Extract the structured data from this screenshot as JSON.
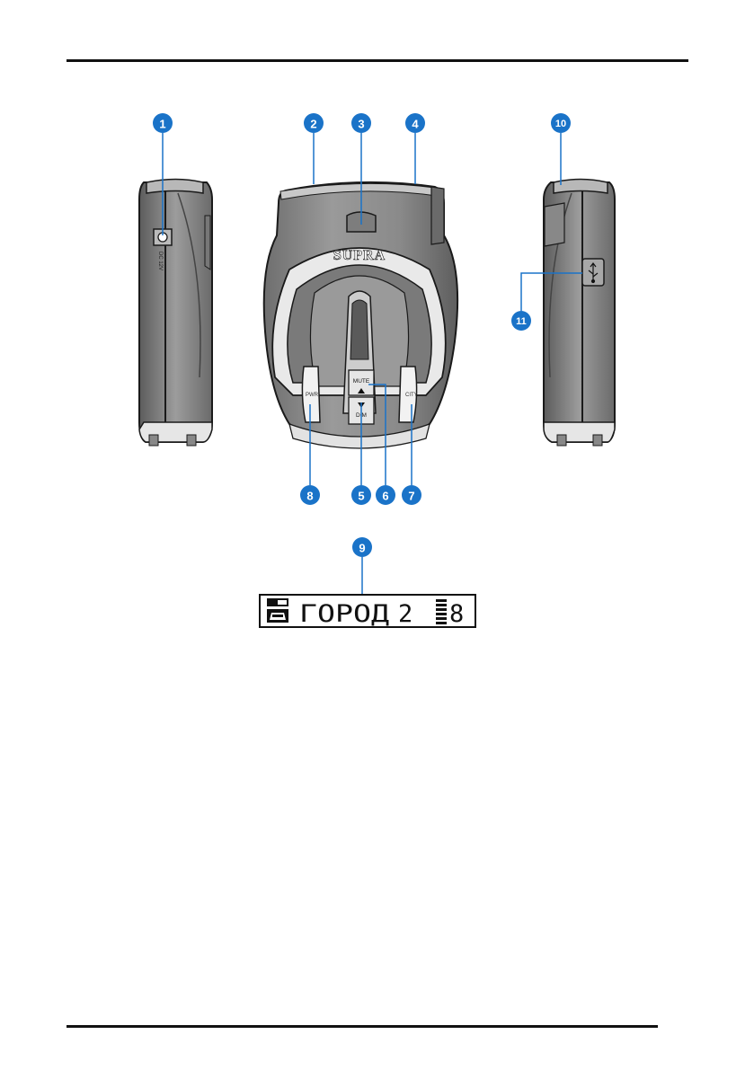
{
  "device": {
    "brand": "SUPRA",
    "buttons": {
      "mute": "MUTE",
      "dim": "DIM",
      "pwr": "PWR",
      "city": "CITY"
    },
    "jack_label": "DC 12V"
  },
  "callouts": [
    "1",
    "2",
    "3",
    "4",
    "5",
    "6",
    "7",
    "8",
    "9",
    "10",
    "11"
  ],
  "lcd": {
    "mode_text": "ГОРОД",
    "level": "2",
    "volume": "8"
  },
  "colors": {
    "callout": "#1a73c8",
    "body": "#8c8c8c",
    "body_dark": "#5a5a5a",
    "body_light": "#b4b4b4",
    "outline": "#1a1a1a"
  }
}
